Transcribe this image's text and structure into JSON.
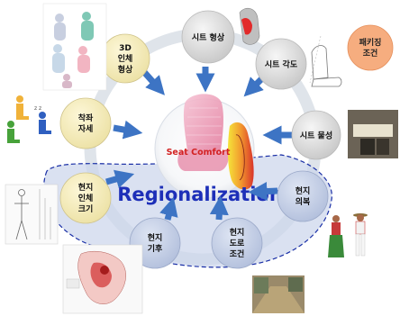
{
  "center": {
    "label": "Seat Comfort"
  },
  "region": {
    "label": "Regionalization"
  },
  "nodes": {
    "seat_shape": [
      "시트 형상"
    ],
    "seat_angle": [
      "시트 각도"
    ],
    "seat_material": [
      "시트 물성"
    ],
    "body_shape_3d": [
      "3D",
      "인체",
      "형상"
    ],
    "sitting_posture": [
      "착좌",
      "자세"
    ],
    "local_body_size": [
      "현지",
      "인체",
      "크기"
    ],
    "local_climate": [
      "현지",
      "기후"
    ],
    "local_road": [
      "현지",
      "도로",
      "조건"
    ],
    "local_clothing": [
      "현지",
      "의복"
    ]
  },
  "packaging": [
    "패키징",
    "조건"
  ],
  "colors": {
    "ring": "#dfe4ea",
    "node_gray": "#d6d6d6",
    "node_yellow": "#f7efbe",
    "node_region": "#c6d0e7",
    "arrow": "#3d74c4",
    "region_fill": "#ccd6ec",
    "region_border": "#1a2fa6",
    "packaging": "#f6ad7f",
    "center_text": "#d32222"
  },
  "icons": [
    "mannequin-images-icon",
    "seated-figures-icon",
    "body-dimension-chart-icon",
    "climate-map-icon",
    "road-photo-icon",
    "traditional-clothing-icon",
    "seat-material-photo-icon",
    "seat-angle-sketch-icon",
    "seat-shape-icon",
    "seat-pressure-map-icon"
  ]
}
